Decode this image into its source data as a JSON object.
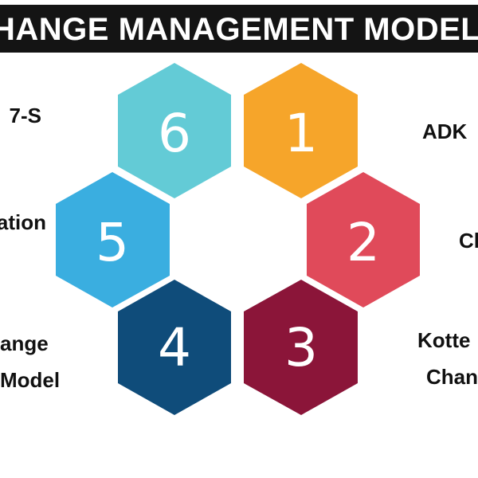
{
  "title": "HANGE MANAGEMENT MODELS",
  "hexagons": [
    {
      "number": "6",
      "color": "#63CBD6"
    },
    {
      "number": "1",
      "color": "#F6A52A"
    },
    {
      "number": "5",
      "color": "#3AAEE0"
    },
    {
      "number": "2",
      "color": "#E04A5A"
    },
    {
      "number": "4",
      "color": "#0F4C7A"
    },
    {
      "number": "3",
      "color": "#8B1539"
    }
  ],
  "labels": {
    "top_left": "7-S",
    "top_right": "ADK",
    "mid_left": "ation",
    "mid_right": "Ch",
    "bottom_left_line1": "ange",
    "bottom_left_line2": "Model",
    "bottom_right_line1": "Kotte",
    "bottom_right_line2": "Chan"
  }
}
